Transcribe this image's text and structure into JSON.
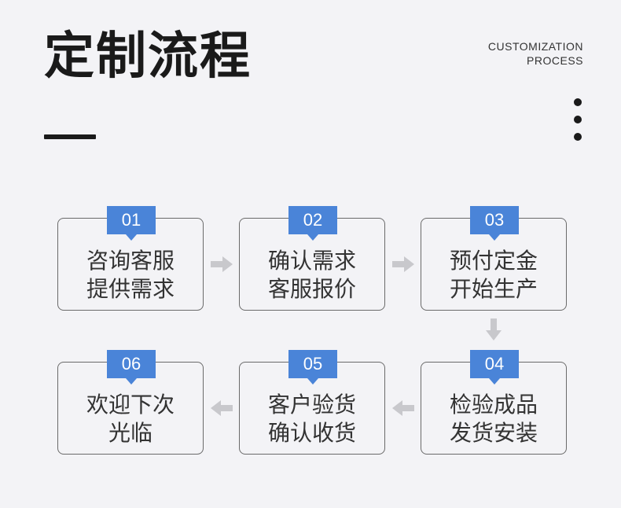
{
  "header": {
    "title": "定制流程",
    "subtitle_line1": "CUSTOMIZATION",
    "subtitle_line2": "PROCESS"
  },
  "steps": [
    {
      "num": "01",
      "line1": "咨询客服",
      "line2": "提供需求"
    },
    {
      "num": "02",
      "line1": "确认需求",
      "line2": "客服报价"
    },
    {
      "num": "03",
      "line1": "预付定金",
      "line2": "开始生产"
    },
    {
      "num": "04",
      "line1": "检验成品",
      "line2": "发货安装"
    },
    {
      "num": "05",
      "line1": "客户验货",
      "line2": "确认收货"
    },
    {
      "num": "06",
      "line1": "欢迎下次",
      "line2": "光临"
    }
  ],
  "colors": {
    "accent": "#4a84d8",
    "arrow": "#c8c8cc",
    "text": "#333333"
  }
}
